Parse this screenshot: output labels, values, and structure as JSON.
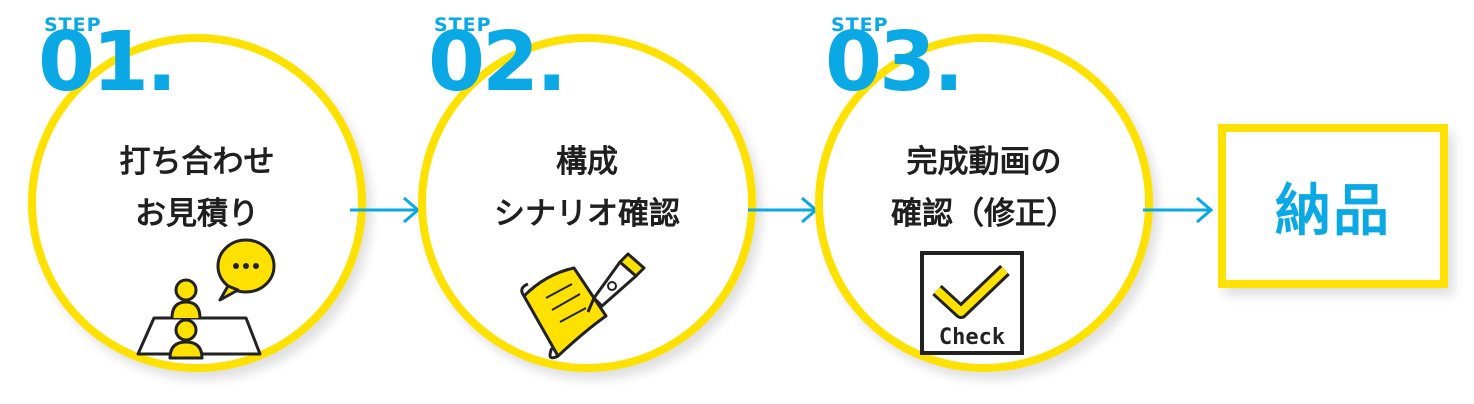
{
  "colors": {
    "accent_blue": "#0aa8e4",
    "accent_yellow": "#ffe100",
    "text": "#1f1f1f"
  },
  "steps": [
    {
      "tag": "STEP",
      "number": "01.",
      "lines": [
        "打ち合わせ",
        "お見積り"
      ],
      "icon": "meeting-chat-icon"
    },
    {
      "tag": "STEP",
      "number": "02.",
      "lines": [
        "構成",
        "シナリオ確認"
      ],
      "icon": "scenario-pen-icon"
    },
    {
      "tag": "STEP",
      "number": "03.",
      "lines": [
        "完成動画の",
        "確認（修正）"
      ],
      "icon": "check-box-icon",
      "icon_text": "Check"
    }
  ],
  "final": {
    "label": "納品"
  }
}
